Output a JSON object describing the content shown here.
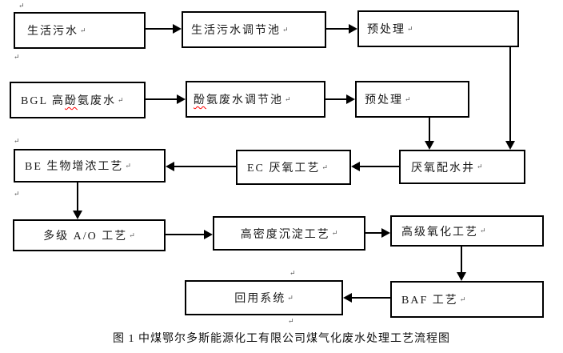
{
  "figure": {
    "caption": "图 1  中煤鄂尔多斯能源化工有限公司煤气化废水处理工艺流程图"
  },
  "pilcrow": "↵",
  "colors": {
    "box_border": "#000000",
    "arrow": "#000000",
    "spellcheck_underline": "#ff0000",
    "background": "#ffffff"
  },
  "nodes": {
    "domestic_sewage": {
      "label": "生活污水"
    },
    "domestic_sewage_regulating_tank": {
      "label": "生活污水调节池"
    },
    "pretreatment_1": {
      "label": "预处理"
    },
    "bgl_wastewater": {
      "pre": "BGL 高",
      "misspelled": "酚",
      "post": "氨废水"
    },
    "phenol_ammonia_regulating_tank": {
      "misspelled": "酚",
      "post": "氨废水调节池"
    },
    "pretreatment_2": {
      "label": "预处理"
    },
    "be_bio_concentration_process": {
      "label": "BE 生物增浓工艺"
    },
    "ec_anaerobic_process": {
      "label": "EC 厌氧工艺"
    },
    "anaerobic_water_distribution_well": {
      "label": "厌氧配水井"
    },
    "multistage_ao_process": {
      "label": "多级 A/O 工艺"
    },
    "high_density_sedimentation_process": {
      "label": "高密度沉淀工艺"
    },
    "advanced_oxidation_process": {
      "label": "高级氧化工艺"
    },
    "reuse_system": {
      "label": "回用系统"
    },
    "baf_process": {
      "label": "BAF 工艺"
    }
  }
}
